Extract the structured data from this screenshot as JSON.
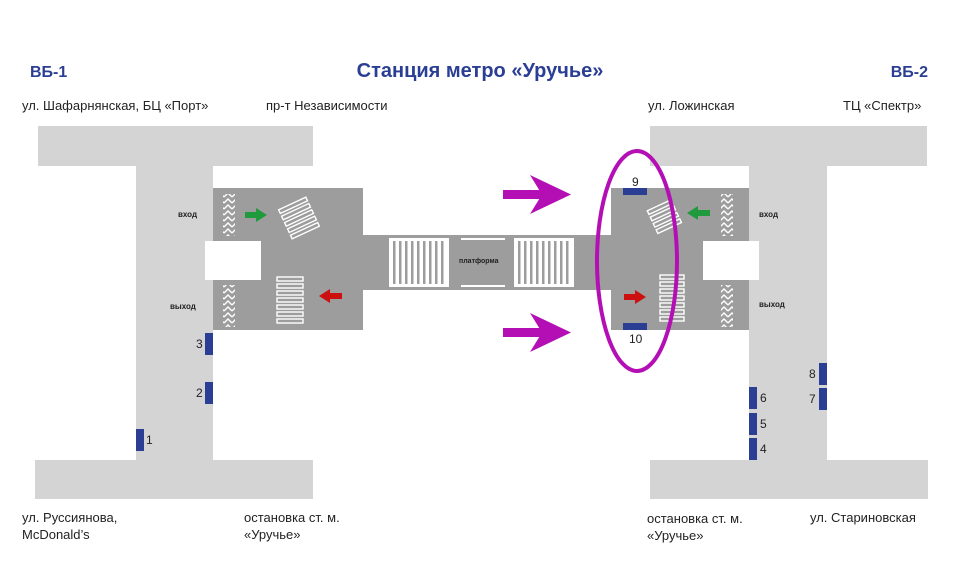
{
  "title": "Станция метро «Уручье»",
  "vestibules": {
    "left": {
      "name": "ВБ-1",
      "streets": {
        "top_left": "ул. Шафарнянская, БЦ «Порт»",
        "top_right": "пр-т Независимости",
        "bottom_left": [
          "ул. Руссиянова,",
          "McDonald’s"
        ],
        "bottom_right": [
          "остановка ст. м.",
          "«Уручье»"
        ]
      },
      "entrance_label": "вход",
      "exit_label": "выход",
      "exits": [
        "1",
        "2",
        "3"
      ]
    },
    "right": {
      "name": "ВБ-2",
      "streets": {
        "top_left": "ул. Ложинская",
        "top_right": "ТЦ «Спектр»",
        "bottom_left": [
          "остановка ст. м.",
          "«Уручье»"
        ],
        "bottom_right": "ул. Стариновская"
      },
      "entrance_label": "вход",
      "exit_label": "выход",
      "exits": [
        "4",
        "5",
        "6",
        "7",
        "8",
        "9",
        "10"
      ]
    }
  },
  "platform_label": "платформа",
  "colors": {
    "title": "#2a3f94",
    "gate": "#2a3f94",
    "highlight": "#b30fb5",
    "entrance_arrow": "#1f9a3c",
    "exit_arrow": "#cc1010",
    "street": "#d4d4d4",
    "hall": "#9d9d9d"
  }
}
